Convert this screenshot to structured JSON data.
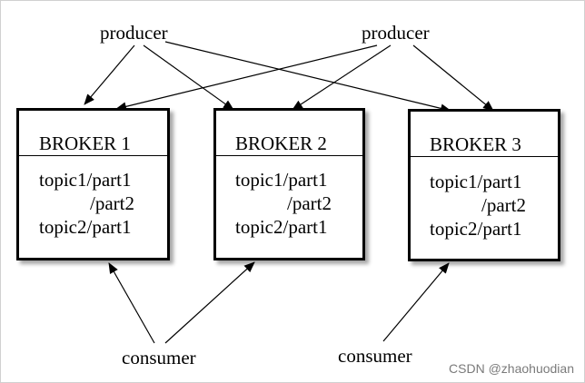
{
  "producers": [
    {
      "label": "producer"
    },
    {
      "label": "producer"
    }
  ],
  "brokers": [
    {
      "title": "BROKER 1",
      "topics": [
        "topic1/part1",
        "/part2",
        "topic2/part1"
      ]
    },
    {
      "title": "BROKER 2",
      "topics": [
        "topic1/part1",
        "/part2",
        "topic2/part1"
      ]
    },
    {
      "title": "BROKER 3",
      "topics": [
        "topic1/part1",
        "/part2",
        "topic2/part1"
      ]
    }
  ],
  "consumers": [
    {
      "label": "consumer"
    },
    {
      "label": "consumer"
    }
  ],
  "watermark": "CSDN @zhaohuodian"
}
